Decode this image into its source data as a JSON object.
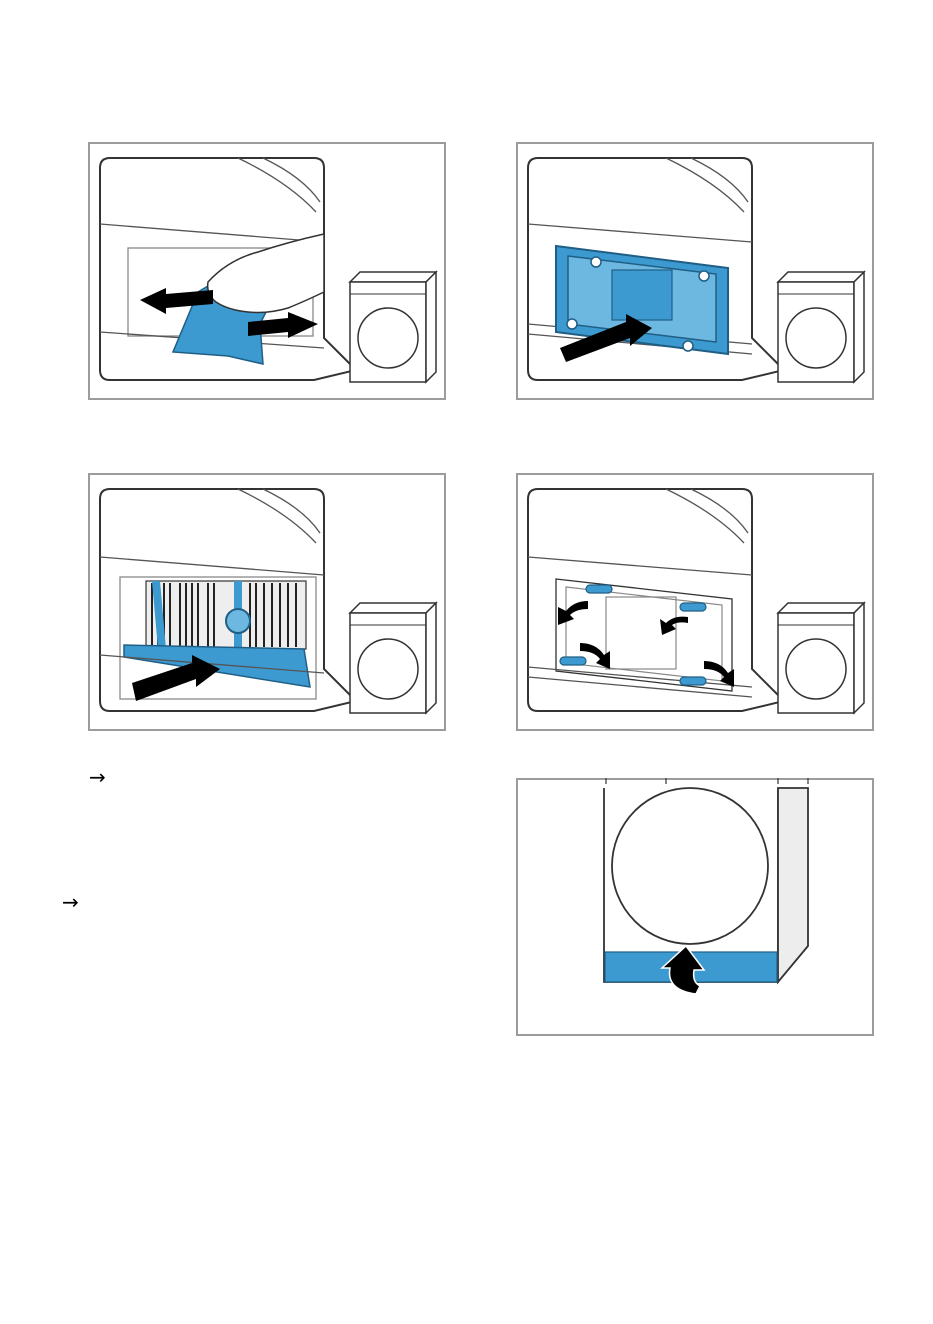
{
  "arrows": {
    "first": "→",
    "second": "→"
  },
  "colors": {
    "accent_blue": "#3d9ad1",
    "light_blue": "#6db8e0",
    "frame_gray": "#9c9c9c",
    "line_gray": "#555555"
  },
  "illustrations": [
    {
      "name": "remove-fluff-step",
      "icons": [
        "hand-icon",
        "fluff-sheet-icon",
        "arrow-left-icon",
        "arrow-right-icon",
        "dryer-thumbnail-icon"
      ]
    },
    {
      "name": "insert-frame-step",
      "icons": [
        "filter-frame-icon",
        "arrow-right-icon",
        "dryer-thumbnail-icon"
      ]
    },
    {
      "name": "insert-filter-step",
      "icons": [
        "filter-icon",
        "arrow-right-icon",
        "dryer-thumbnail-icon"
      ]
    },
    {
      "name": "lock-levers-step",
      "icons": [
        "lever-icon",
        "curved-arrow-icon",
        "dryer-thumbnail-icon"
      ]
    },
    {
      "name": "close-flap-step",
      "icons": [
        "dryer-front-icon",
        "curved-arrow-up-icon"
      ]
    }
  ]
}
